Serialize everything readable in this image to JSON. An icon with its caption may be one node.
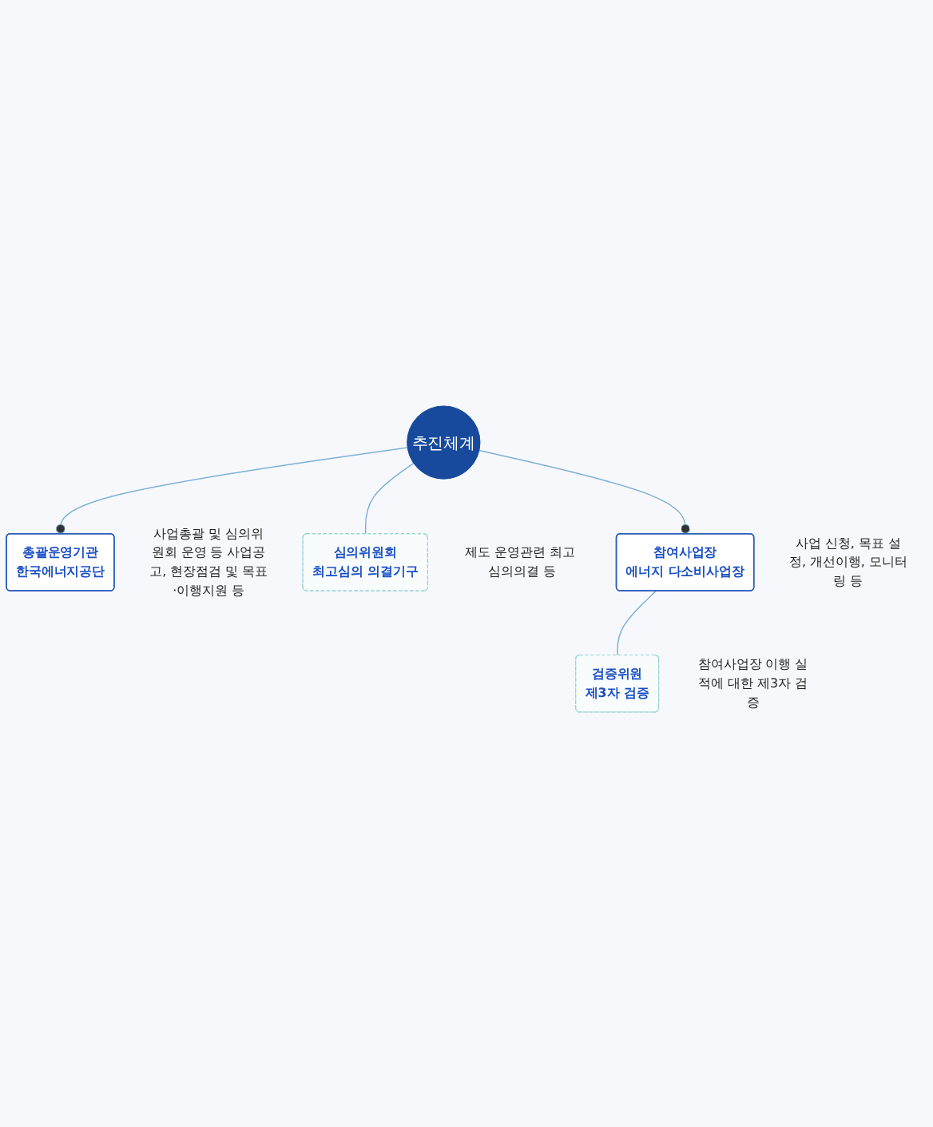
{
  "diagram": {
    "nodes": [
      {
        "text": [
          "총괄운영기관",
          "한국에너지공단"
        ],
        "beside": [
          "사업총괄 및 심의위원회 운영 등 사업공고, 현장점검 및 목표·이행지원 등"
        ]
      },
      {
        "text": [
          "추진체계"
        ]
      },
      {
        "text": [
          "심의위원회",
          "최고심의 의결기구"
        ],
        "beside": [
          "제도 운영관련 최고 심의의결 등"
        ]
      },
      {
        "text": [
          "참여사업장",
          "에너지 다소비사업장"
        ],
        "beside": [
          "사업 신청, 목표 설정, 개선이행, 모니터링 등"
        ]
      },
      {
        "text": [
          "검증위원",
          "제3자 검증"
        ],
        "beside": [
          "참여사업장 이행 실적에 대한 제3자 검증"
        ]
      }
    ],
    "edges": [
      {
        "from": 1,
        "to": 0,
        "arrow": "other"
      },
      {
        "from": 1,
        "to": 2,
        "arrow": "none"
      },
      {
        "from": 1,
        "to": 3,
        "arrow": "other"
      },
      {
        "from": 3,
        "to": 4,
        "arrow": "none"
      }
    ]
  }
}
